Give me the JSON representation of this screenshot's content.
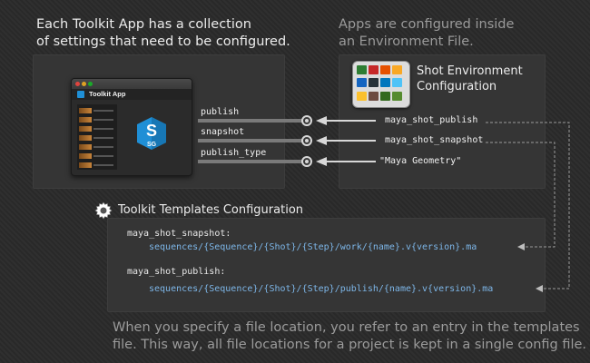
{
  "left_heading": [
    "Each Toolkit App has a collection",
    "of settings that need to be configured."
  ],
  "right_heading": [
    "Apps are configured inside",
    "an Environment File."
  ],
  "app_window": {
    "title": "Toolkit App",
    "badge": "SG"
  },
  "settings": [
    {
      "key": "publish",
      "value": "maya_shot_publish"
    },
    {
      "key": "snapshot",
      "value": "maya_shot_snapshot"
    },
    {
      "key": "publish_type",
      "value": "\"Maya Geometry\""
    }
  ],
  "environment": {
    "title": [
      "Shot Environment",
      "Configuration"
    ],
    "icon": "environment-apps-grid-icon"
  },
  "templates": {
    "title": "Toolkit Templates Configuration",
    "icon": "gear-icon",
    "entries": [
      {
        "name": "maya_shot_snapshot:",
        "path": "sequences/{Sequence}/{Shot}/{Step}/work/{name}.v{version}.ma"
      },
      {
        "name": "maya_shot_publish:",
        "path": "sequences/{Sequence}/{Shot}/{Step}/publish/{name}.v{version}.ma"
      }
    ]
  },
  "footer": [
    "When you specify a file location, you refer to an entry in the templates",
    "file. This way, all file locations for a project is kept in a single config file."
  ],
  "colors": {
    "background": "#2a2a2a",
    "panel": "#353535",
    "path_text": "#7db6e8",
    "sg_blue": "#1f8fd6"
  }
}
